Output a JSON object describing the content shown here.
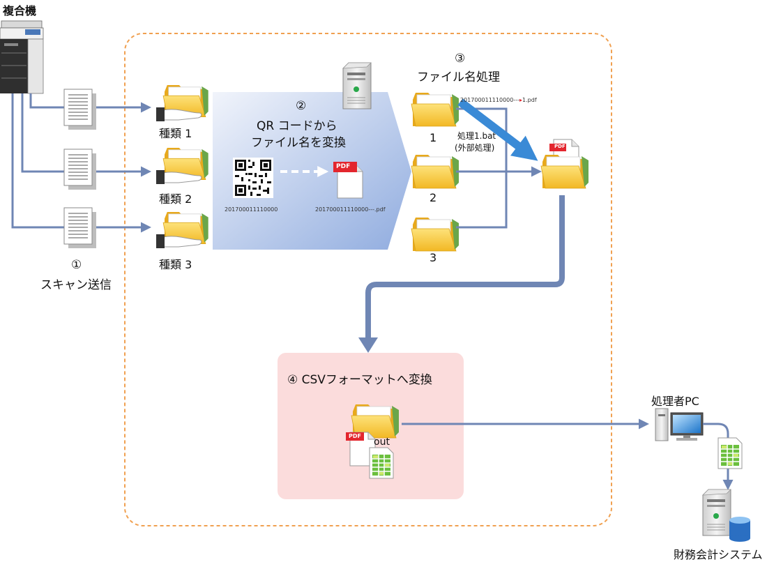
{
  "labels": {
    "mfp": "複合機",
    "step1_num": "①",
    "step1_text": "スキャン送信",
    "kind1": "種類 1",
    "kind2": "種類 2",
    "kind3": "種類 3",
    "step2_num": "②",
    "step2_line1": "QR コードから",
    "step2_line2": "ファイル名を変換",
    "qr_code_value": "201700011110000",
    "pdf_filename": "201700011110000---.pdf",
    "pdf_badge": "PDF",
    "step3_num": "③",
    "step3_text": "ファイル名処理",
    "folder1": "1",
    "folder2": "2",
    "folder3": "3",
    "rename_prefix": "201700011110000---",
    "rename_suffix": "1.pdf",
    "bat_line1": "処理1.bat",
    "bat_line2": "(外部処理)",
    "step4_text": "④ CSVフォーマットへ変換",
    "out_label": "out",
    "operator_pc": "処理者PC",
    "accounting_system": "財務会計システム"
  },
  "colors": {
    "arrow": "#6f86b4",
    "dash_border": "#f0a050",
    "step2_fill_start": "#dfe6f5",
    "step2_fill_end": "#9fb7e3",
    "step4_fill": "#fbdcdc",
    "folder": "#f6c93c",
    "pdf_red": "#e3262e",
    "highlight_arrow": "#3a8ad6"
  }
}
